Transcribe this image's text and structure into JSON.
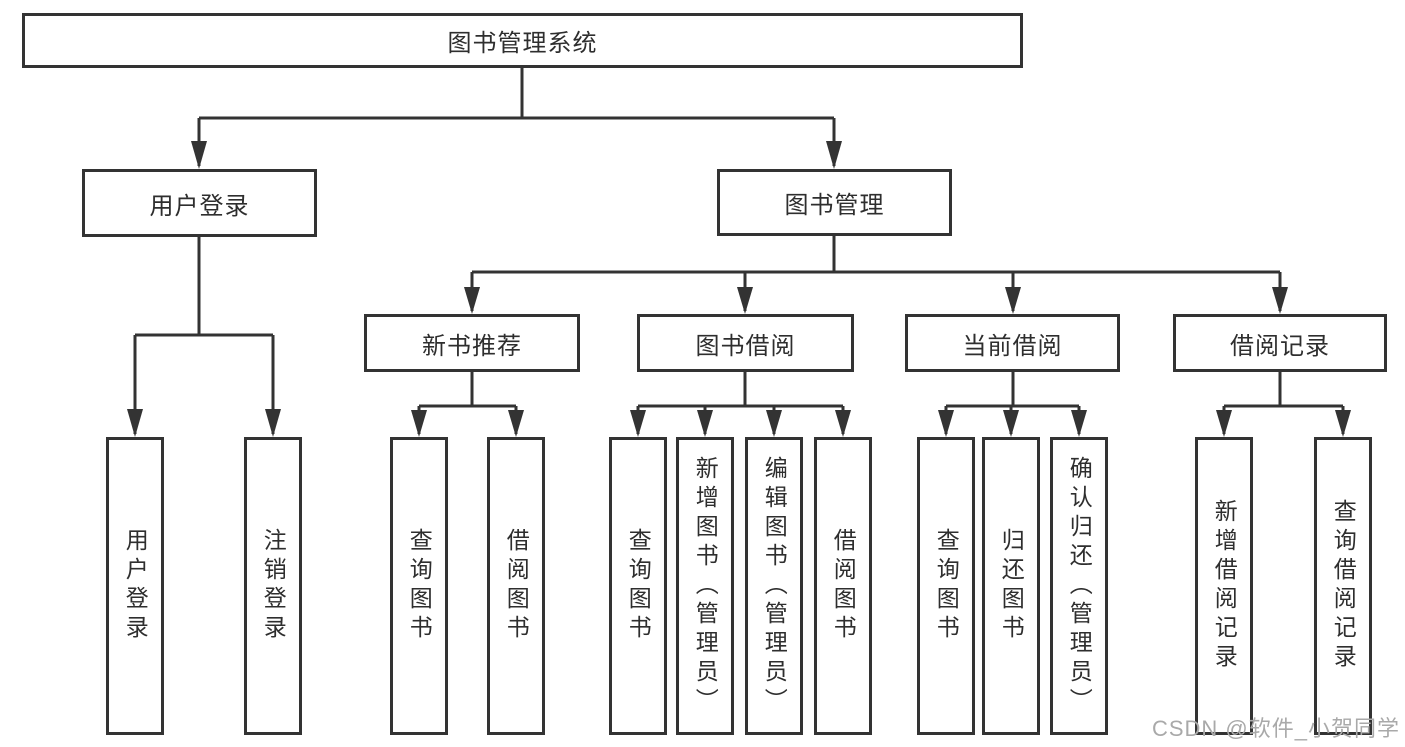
{
  "diagram": {
    "type": "hierarchy-tree",
    "colors": {
      "background": "#ffffff",
      "line": "#333333",
      "box_border": "#333333",
      "text": "#2e2e2e",
      "watermark": "#a9a9a9"
    },
    "tree": {
      "root": {
        "label": "图书管理系统"
      },
      "children": [
        {
          "label": "用户登录",
          "children": [
            {
              "label": "用户登录"
            },
            {
              "label": "注销登录"
            }
          ]
        },
        {
          "label": "图书管理",
          "children": [
            {
              "label": "新书推荐",
              "children": [
                {
                  "label": "查询图书"
                },
                {
                  "label": "借阅图书"
                }
              ]
            },
            {
              "label": "图书借阅",
              "children": [
                {
                  "label": "查询图书"
                },
                {
                  "label": "新增图书（管理员）"
                },
                {
                  "label": "编辑图书（管理员）"
                },
                {
                  "label": "借阅图书"
                }
              ]
            },
            {
              "label": "当前借阅",
              "children": [
                {
                  "label": "查询图书"
                },
                {
                  "label": "归还图书"
                },
                {
                  "label": "确认归还（管理员）"
                }
              ]
            },
            {
              "label": "借阅记录",
              "children": [
                {
                  "label": "新增借阅记录"
                },
                {
                  "label": "查询借阅记录"
                }
              ]
            }
          ]
        }
      ]
    },
    "watermark": {
      "text": "CSDN @软件_小贺同学"
    }
  }
}
